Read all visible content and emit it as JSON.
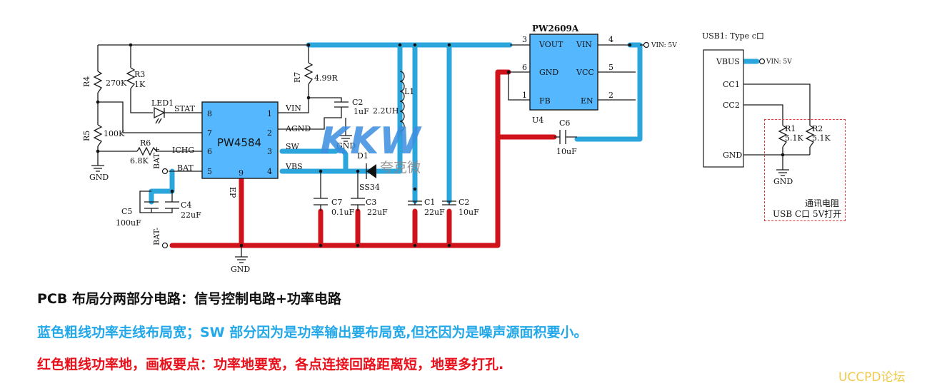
{
  "schematic": {
    "left_ic": {
      "name": "PW4584",
      "pins_left": [
        "STAT",
        "ICHG",
        "BAT"
      ],
      "pins_right": [
        "VIN",
        "AGND",
        "SW",
        "VBS"
      ],
      "pin_nums_left": [
        "8",
        "7",
        "6",
        "5"
      ],
      "pin_nums_right": [
        "1",
        "2",
        "3",
        "4"
      ],
      "ep_num": "9",
      "ep_label": "EP"
    },
    "right_ic": {
      "name": "PW2609A",
      "ref": "U4",
      "pins_left": [
        "VOUT",
        "GND",
        "FB"
      ],
      "pins_right": [
        "VIN",
        "VCC",
        "EN"
      ],
      "pin_nums_left": [
        "3",
        "6",
        "1"
      ],
      "pin_nums_right": [
        "4",
        "5",
        "2"
      ]
    },
    "usb": {
      "title": "USB1: Type c口",
      "pins": [
        "VBUS",
        "CC1",
        "CC2",
        "GND"
      ]
    },
    "components": {
      "R4": {
        "ref": "R4",
        "value": "270K"
      },
      "R3": {
        "ref": "R3",
        "value": "1K"
      },
      "R5": {
        "ref": "R5",
        "value": "100K"
      },
      "R6": {
        "ref": "R6",
        "value": "6.8K"
      },
      "R7": {
        "ref": "R7",
        "value": "4.99R"
      },
      "LED1": {
        "ref": "LED1"
      },
      "C2a": {
        "ref": "C2",
        "value": "1uF"
      },
      "L1": {
        "ref": "L1",
        "value": "2.2UH"
      },
      "D1": {
        "ref": "D1",
        "value": "SS34"
      },
      "C5": {
        "ref": "C5",
        "value": "100uF"
      },
      "C4": {
        "ref": "C4",
        "value": "22uF"
      },
      "C7": {
        "ref": "C7",
        "value": "0.1uF"
      },
      "C3": {
        "ref": "C3",
        "value": "22uF"
      },
      "C1": {
        "ref": "C1",
        "value": "22uF"
      },
      "C2b": {
        "ref": "C2",
        "value": "10uF"
      },
      "C6": {
        "ref": "C6",
        "value": "10uF"
      },
      "R1": {
        "ref": "R1",
        "value": "5.1K"
      },
      "R2": {
        "ref": "R2",
        "value": "5.1K"
      }
    },
    "nets": {
      "bat_plus": "BAT+",
      "bat_minus": "BAT-",
      "gnd": "GND",
      "vin_out": "VIN: 5V",
      "vin_usb": "VIN: 5V"
    },
    "note_box": {
      "line1": "通讯电阻",
      "line2": "USB C口 5V打开"
    },
    "logo": {
      "text": "KKW",
      "sub": "夸克微"
    }
  },
  "notes": [
    "PCB 布局分两部分电路：信号控制电路+功率电路",
    "蓝色粗线功率走线布局宽；SW 部分因为是功率输出要布局宽,但还因为是噪声源面积要小。",
    "红色粗线功率地，画板要点：功率地要宽，各点连接回路距离短，地要多打孔."
  ],
  "watermark": "UCCPD论坛",
  "colors": {
    "power_trace": "#2aa6dc",
    "ground_trace": "#d0121b",
    "ic_fill": "#55b8ff",
    "note_blue": "#22a8e8",
    "note_red": "#e8111b",
    "watermark": "#f0c94a"
  }
}
